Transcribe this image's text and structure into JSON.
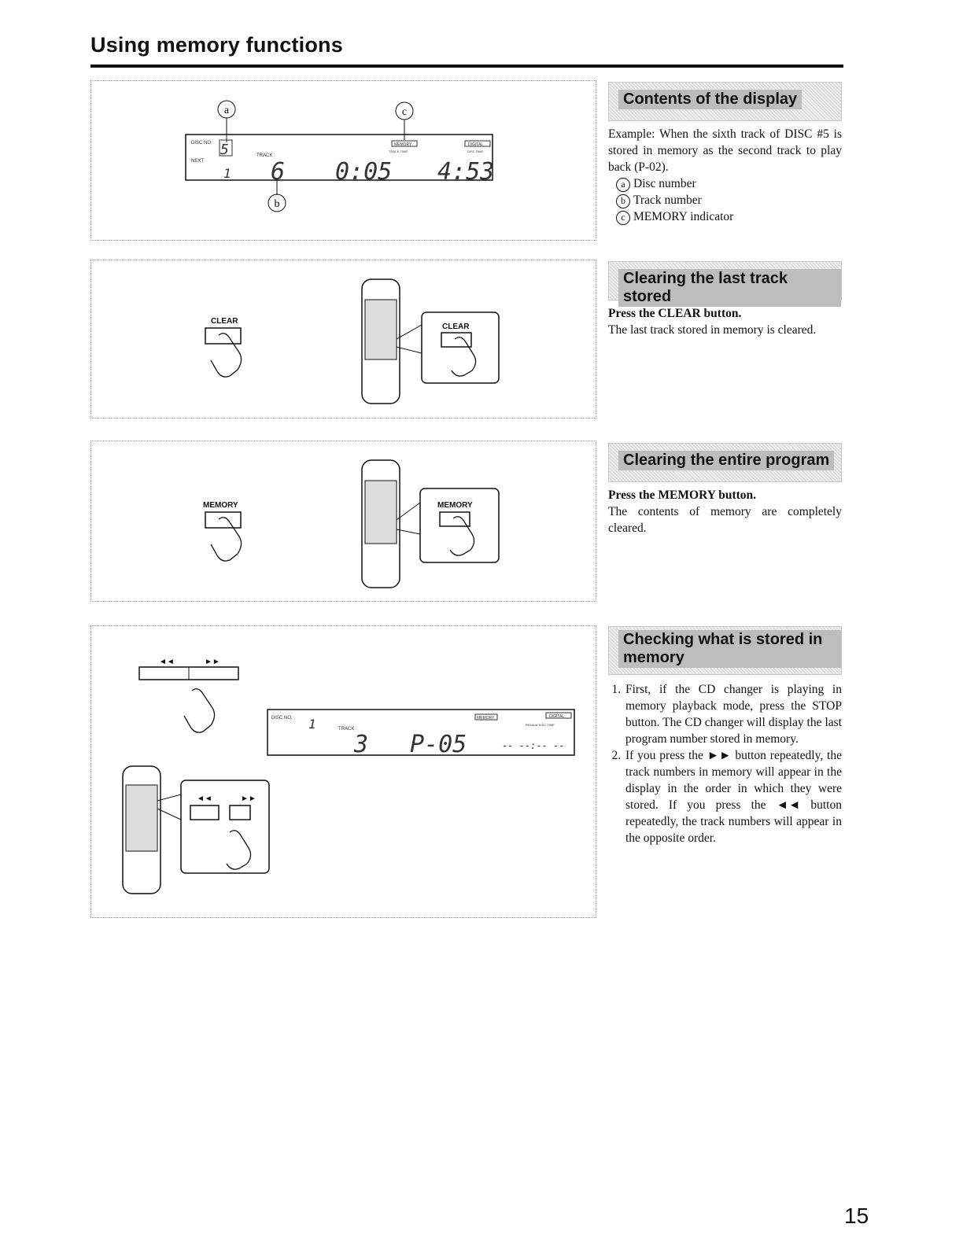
{
  "page": {
    "title": "Using memory functions",
    "number": "15"
  },
  "display_diagram": {
    "callout_a": "a",
    "callout_b": "b",
    "callout_c": "c",
    "disc_no": "DISC NO.",
    "next": "NEXT",
    "track": "TRACK",
    "memory": "MEMORY",
    "track_time": "TRACK TIME",
    "digital": "DIGITAL",
    "disc_time": "DISC TIME",
    "disc_digit": "5",
    "next_digit": "1",
    "track_digit": "6",
    "time_value": "0:05",
    "disc_time_value": "4:53"
  },
  "contents": {
    "heading": "Contents of the display",
    "body": "Example: When the sixth track of DISC #5 is stored in memory as the second track to play back (P-02).",
    "items": [
      {
        "letter": "a",
        "text": "Disc number"
      },
      {
        "letter": "b",
        "text": "Track number"
      },
      {
        "letter": "c",
        "text": "MEMORY indicator"
      }
    ]
  },
  "clear_last": {
    "heading": "Clearing the last track stored",
    "action": "Press the CLEAR button.",
    "body": "The last track stored in memory is cleared.",
    "button_label": "CLEAR"
  },
  "clear_all": {
    "heading": "Clearing the entire program",
    "action": "Press the MEMORY button.",
    "body": "The contents of memory are completely cleared.",
    "button_label": "MEMORY"
  },
  "check_memory": {
    "heading": "Checking what is stored in memory",
    "steps": [
      "First, if the CD changer is playing in memory playback mode, press the STOP button. The CD changer will display the last program number stored in memory.",
      "If you press the ►► button repeatedly, the track numbers in memory will appear in the display in the order in which they were stored. If you press the ◄◄ button repeatedly, the track numbers will appear in the opposite order."
    ],
    "rew_symbol": "◄◄",
    "ff_symbol": "►►",
    "disc_no": "DISC NO.",
    "track": "TRACK",
    "memory": "MEMORY",
    "digital": "DIGITAL",
    "remain": "REMAIN DISC TIME",
    "disc_digit": "1",
    "track_digit": "3",
    "program_value": "P-05",
    "time_value": "-- --:-- --"
  }
}
